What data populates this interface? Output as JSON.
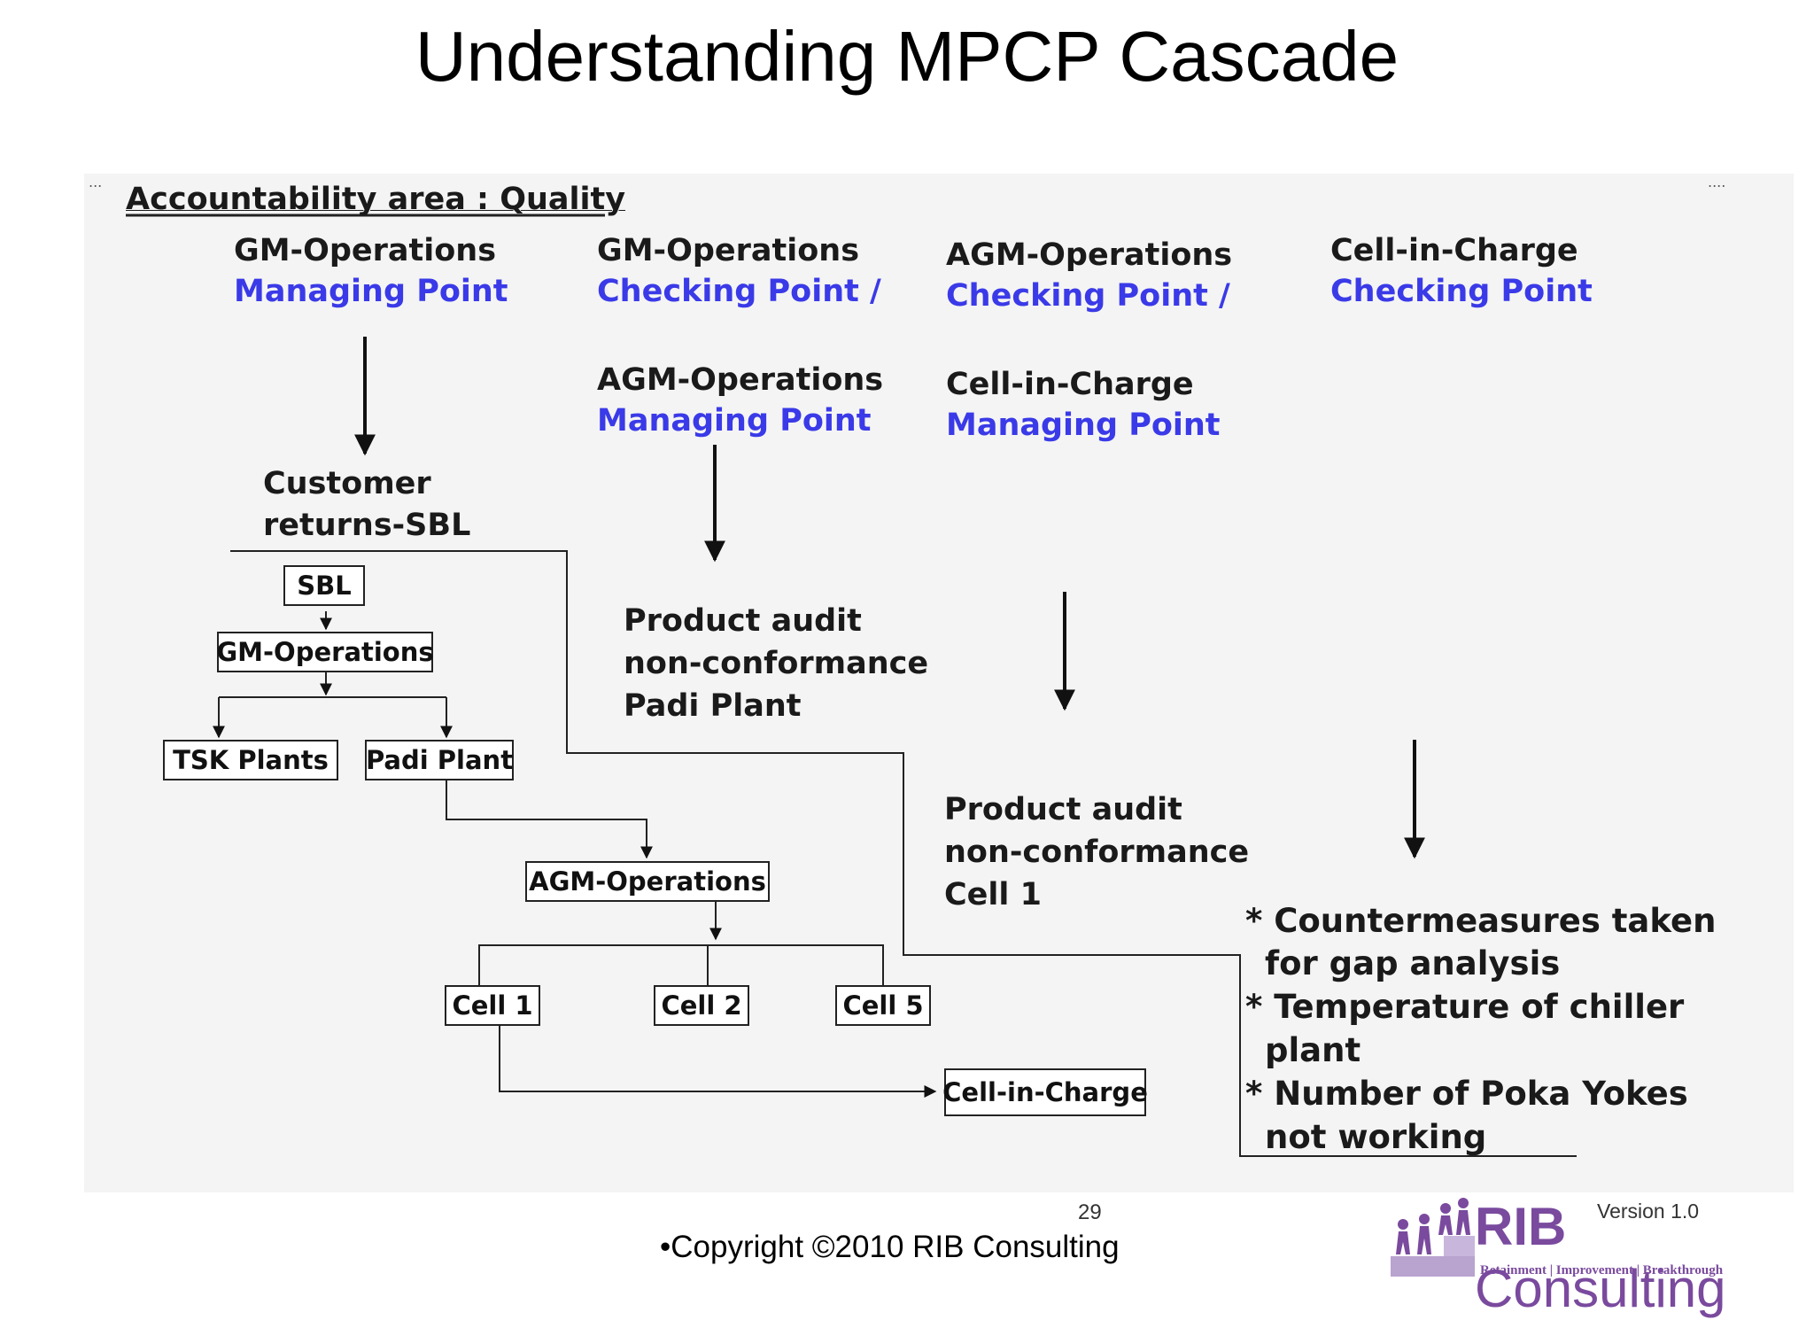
{
  "slide": {
    "title": "Understanding MPCP Cascade",
    "page_number": "29",
    "copyright": "•Copyright ©2010 RIB Consulting",
    "version": "Version 1.0"
  },
  "logo": {
    "name_part1": "RIB",
    "name_part2": "Consulting",
    "tagline": "Retainment | Improvement | Breakthrough"
  },
  "diagram": {
    "area_heading": "Accountability area : Quality",
    "columns": [
      {
        "role": "GM-Operations",
        "point": "Managing Point"
      },
      {
        "role": "GM-Operations",
        "point": "Checking Point /",
        "role2": "AGM-Operations",
        "point2": "Managing Point"
      },
      {
        "role": "AGM-Operations",
        "point": "Checking Point /",
        "role2": "Cell-in-Charge",
        "point2": "Managing Point"
      },
      {
        "role": "Cell-in-Charge",
        "point": "Checking Point"
      }
    ],
    "results": {
      "customer_returns": [
        "Customer",
        "returns-SBL"
      ],
      "audit_padi": [
        "Product audit",
        "non-conformance",
        "Padi Plant"
      ],
      "audit_cell1": [
        "Product audit",
        "non-conformance",
        "Cell 1"
      ],
      "countermeasures": [
        "* Countermeasures taken",
        "for gap analysis",
        "* Temperature of chiller",
        "plant",
        "* Number of Poka Yokes",
        "not working"
      ]
    },
    "org_boxes": {
      "sbl": "SBL",
      "gm_operations": "GM-Operations",
      "tsk_plants": "TSK Plants",
      "padi_plant": "Padi Plant",
      "agm_operations": "AGM-Operations",
      "cell1": "Cell 1",
      "cell2": "Cell 2",
      "cell5": "Cell 5",
      "cell_in_charge": "Cell-in-Charge"
    },
    "corner_marks": {
      "left": "...",
      "right": "...."
    }
  }
}
